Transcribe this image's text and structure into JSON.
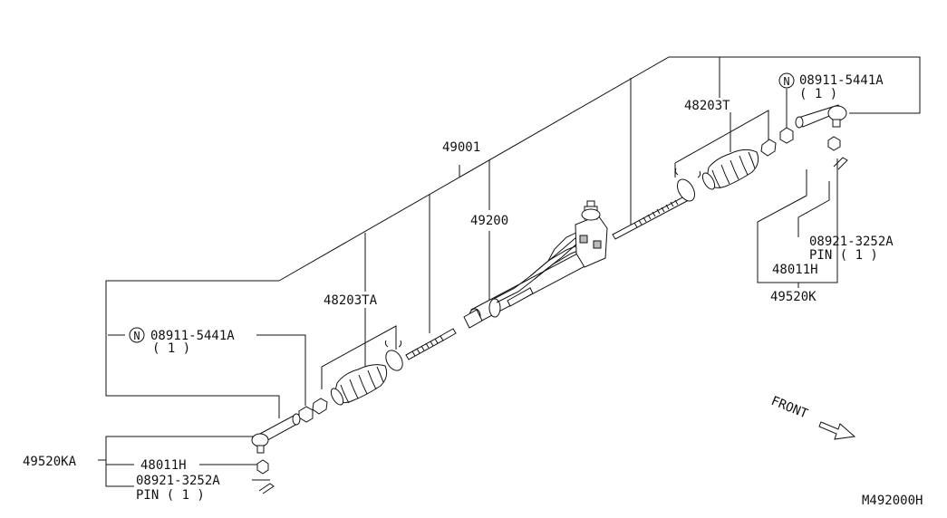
{
  "labels": {
    "assembly": "49001",
    "gear": "49200",
    "boot_right": "48203T",
    "boot_left": "48203TA",
    "bolt_right": "08911-5441A",
    "bolt_right_qty": "( 1 )",
    "bolt_left": "08911-5441A",
    "bolt_left_qty": "( 1 )",
    "pin_right": "08921-3252A",
    "pin_right_text": "PIN ( 1 )",
    "nut_right": "48011H",
    "end_right": "49520K",
    "end_left": "49520KA",
    "nut_left": "48011H",
    "pin_left": "08921-3252A",
    "pin_left_text": "PIN ( 1 )",
    "n_marker": "N",
    "front": "FRONT",
    "ref_code": "M492000H"
  }
}
